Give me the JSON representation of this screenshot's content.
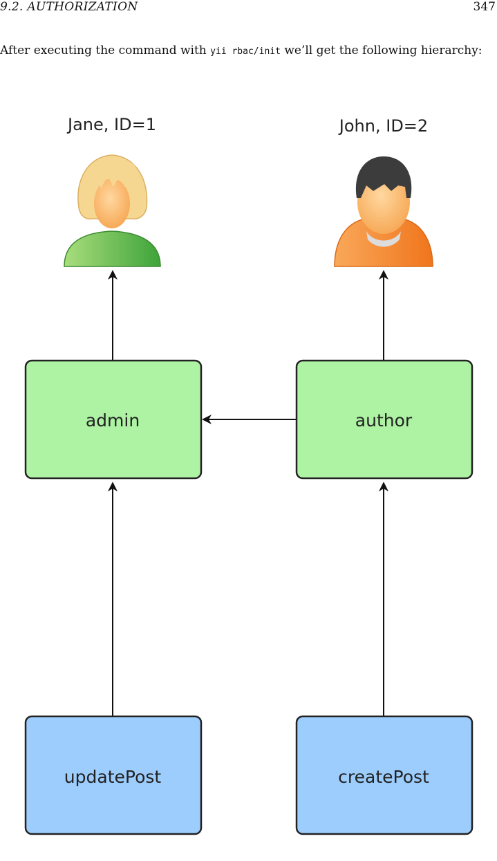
{
  "header": {
    "section": "9.2.  AUTHORIZATION",
    "page_number": "347"
  },
  "paragraph": {
    "before": "After executing the command with ",
    "code": "yii rbac/init",
    "after": " we’ll get the following hierarchy:"
  },
  "diagram": {
    "users": [
      {
        "label": "Jane, ID=1",
        "icon": "female-user-icon"
      },
      {
        "label": "John, ID=2",
        "icon": "male-user-icon"
      }
    ],
    "roles": {
      "admin": "admin",
      "author": "author"
    },
    "permissions": {
      "update_post": "updatePost",
      "create_post": "createPost"
    },
    "colors": {
      "role_fill": "#adf3a3",
      "permission_fill": "#9ccdfd",
      "stroke": "#222222",
      "jane_shirt": "#56b34a",
      "jane_hair": "#f5d48e",
      "john_hoodie": "#f58a32",
      "john_hair": "#3c3c3c",
      "skin": "#fdbd72"
    }
  }
}
